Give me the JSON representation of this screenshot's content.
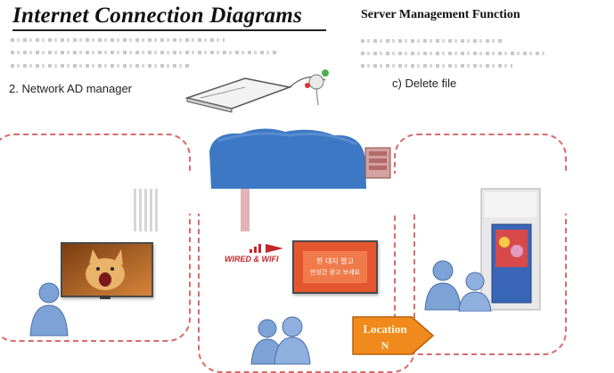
{
  "header": {
    "title": "Internet Connection Diagrams",
    "right_title": "Server Management Function"
  },
  "labels": {
    "network_manager": "2. Network AD manager",
    "delete_file": "c) Delete file",
    "wired_wifi": "WIRED & WIFI",
    "location_top": "Location",
    "location_bottom": "N"
  },
  "screen_text": {
    "line1": "한 대지 발고",
    "line2": "만성간 광고 보세요"
  },
  "colors": {
    "cloud": "#3d78c4",
    "zone_border": "#d96b6b",
    "location_badge": "#f08a1c",
    "people": "#7da2d6"
  },
  "icons": {
    "cloud": "cloud-icon",
    "server": "server-icon",
    "router": "router-icon",
    "person": "person-icon",
    "signal": "signal-icon"
  }
}
